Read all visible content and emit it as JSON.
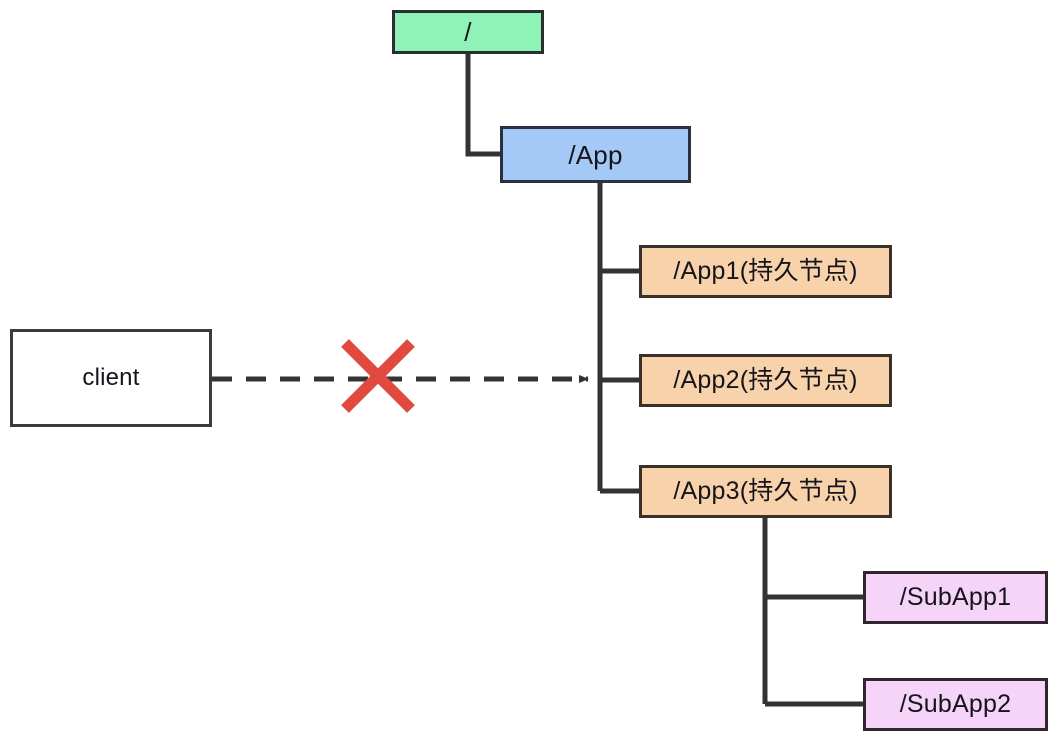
{
  "diagram": {
    "title": "ZooKeeper node tree with blocked client access",
    "background_color": "#ffffff",
    "edge_color": "#333333",
    "cross_color": "#e04a40"
  },
  "nodes": {
    "root": {
      "label": "/",
      "fill": "#8ff2b6",
      "stroke": "#2e2e2e",
      "kind": "root-znode"
    },
    "app": {
      "label": "/App",
      "fill": "#a4c9f7",
      "stroke": "#2b3040",
      "kind": "parent-znode"
    },
    "app1": {
      "label": "/App1(持久节点)",
      "fill": "#f7d2aa",
      "stroke": "#3b3128",
      "kind": "persistent-znode"
    },
    "app2": {
      "label": "/App2(持久节点)",
      "fill": "#f7d2aa",
      "stroke": "#3b3128",
      "kind": "persistent-znode"
    },
    "app3": {
      "label": "/App3(持久节点)",
      "fill": "#f7d2aa",
      "stroke": "#3b3128",
      "kind": "persistent-znode"
    },
    "subapp1": {
      "label": "/SubApp1",
      "fill": "#f6d3f8",
      "stroke": "#31262f",
      "kind": "child-znode"
    },
    "subapp2": {
      "label": "/SubApp2",
      "fill": "#f6d3f8",
      "stroke": "#31262f",
      "kind": "child-znode"
    },
    "client": {
      "label": "client",
      "fill": "#ffffff",
      "stroke": "#3b3b3b",
      "kind": "actor"
    }
  },
  "edges": [
    {
      "from": "root",
      "to": "app",
      "style": "solid",
      "arrow": false
    },
    {
      "from": "app",
      "to": "app1",
      "style": "solid",
      "arrow": false
    },
    {
      "from": "app",
      "to": "app2",
      "style": "solid",
      "arrow": false
    },
    {
      "from": "app",
      "to": "app3",
      "style": "solid",
      "arrow": false
    },
    {
      "from": "app3",
      "to": "subapp1",
      "style": "solid",
      "arrow": false
    },
    {
      "from": "app3",
      "to": "subapp2",
      "style": "solid",
      "arrow": false
    },
    {
      "from": "client",
      "to": "app2",
      "style": "dashed",
      "arrow": true,
      "blocked": true
    }
  ],
  "markers": {
    "blocked_cross": {
      "name": "red-x-blocked-marker",
      "color": "#e04a40",
      "meaning": "access blocked"
    }
  }
}
